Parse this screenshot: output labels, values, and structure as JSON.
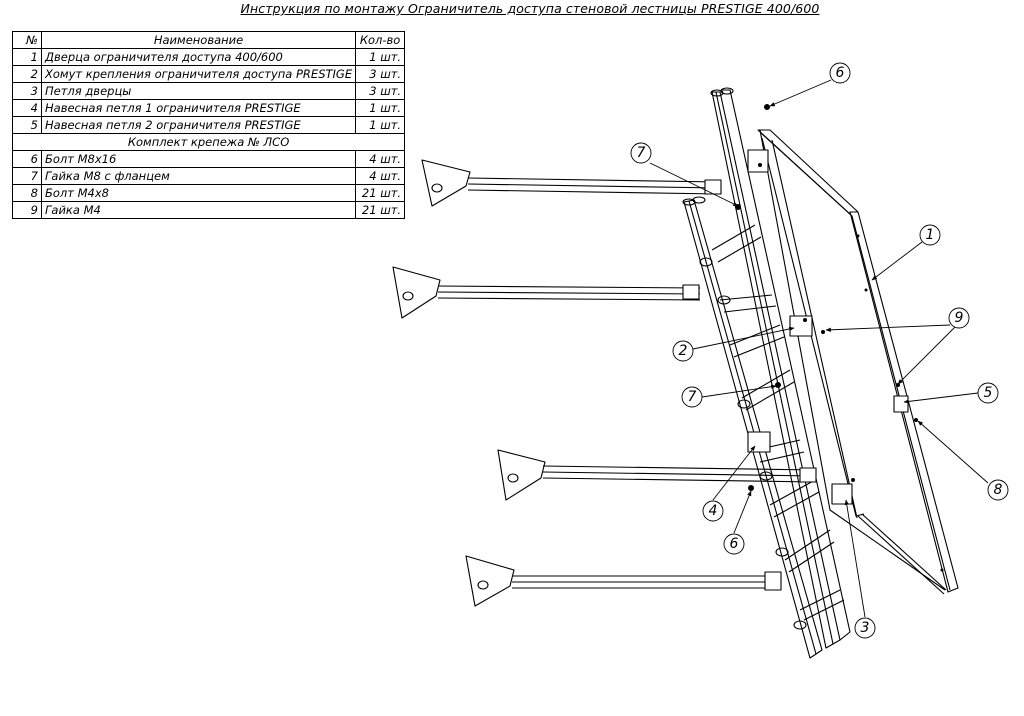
{
  "title": "Инструкция по монтажу Ограничитель доступа стеновой лестницы PRESTIGE 400/600",
  "table": {
    "headers": {
      "num": "№",
      "name": "Наименование",
      "qty": "Кол-во"
    },
    "items_a": [
      {
        "num": "1",
        "name": "Дверца ограничителя доступа 400/600",
        "qty": "1 шт."
      },
      {
        "num": "2",
        "name": "Хомут крепления ограничителя доступа PRESTIGE",
        "qty": "3 шт."
      },
      {
        "num": "3",
        "name": "Петля дверцы",
        "qty": "3 шт."
      },
      {
        "num": "4",
        "name": "Навесная петля 1 ограничителя PRESTIGE",
        "qty": "1 шт."
      },
      {
        "num": "5",
        "name": "Навесная петля 2 ограничителя PRESTIGE",
        "qty": "1 шт."
      }
    ],
    "subheader": "Комплект крепежа № ЛСО",
    "items_b": [
      {
        "num": "6",
        "name": "Болт М8х16",
        "qty": "4 шт."
      },
      {
        "num": "7",
        "name": "Гайка М8 с фланцем",
        "qty": "4 шт."
      },
      {
        "num": "8",
        "name": "Болт М4х8",
        "qty": "21 шт."
      },
      {
        "num": "9",
        "name": "Гайка М4",
        "qty": "21 шт."
      }
    ]
  },
  "callouts": {
    "c6_top": "6",
    "c7_top": "7",
    "c1": "1",
    "c9": "9",
    "c2": "2",
    "c5": "5",
    "c7_mid": "7",
    "c8": "8",
    "c4": "4",
    "c6_bottom": "6",
    "c3": "3"
  }
}
